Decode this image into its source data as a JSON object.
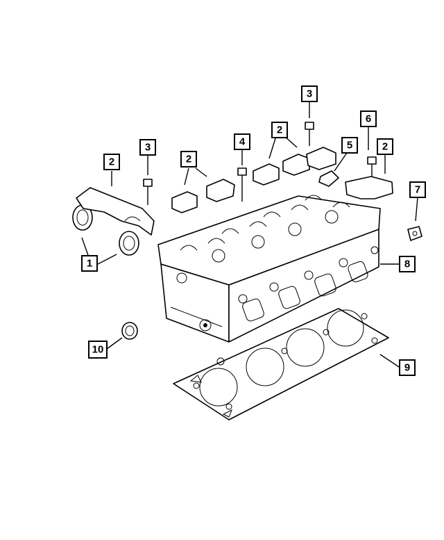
{
  "callouts": [
    {
      "id": "c1",
      "label": "1"
    },
    {
      "id": "c2a",
      "label": "2"
    },
    {
      "id": "c3a",
      "label": "3"
    },
    {
      "id": "c2b",
      "label": "2"
    },
    {
      "id": "c4",
      "label": "4"
    },
    {
      "id": "c2c",
      "label": "2"
    },
    {
      "id": "c3b",
      "label": "3"
    },
    {
      "id": "c5",
      "label": "5"
    },
    {
      "id": "c6",
      "label": "6"
    },
    {
      "id": "c2d",
      "label": "2"
    },
    {
      "id": "c7",
      "label": "7"
    },
    {
      "id": "c8",
      "label": "8"
    },
    {
      "id": "c9",
      "label": "9"
    },
    {
      "id": "c10",
      "label": "10"
    }
  ],
  "colors": {
    "line": "#000000",
    "background": "#ffffff"
  }
}
